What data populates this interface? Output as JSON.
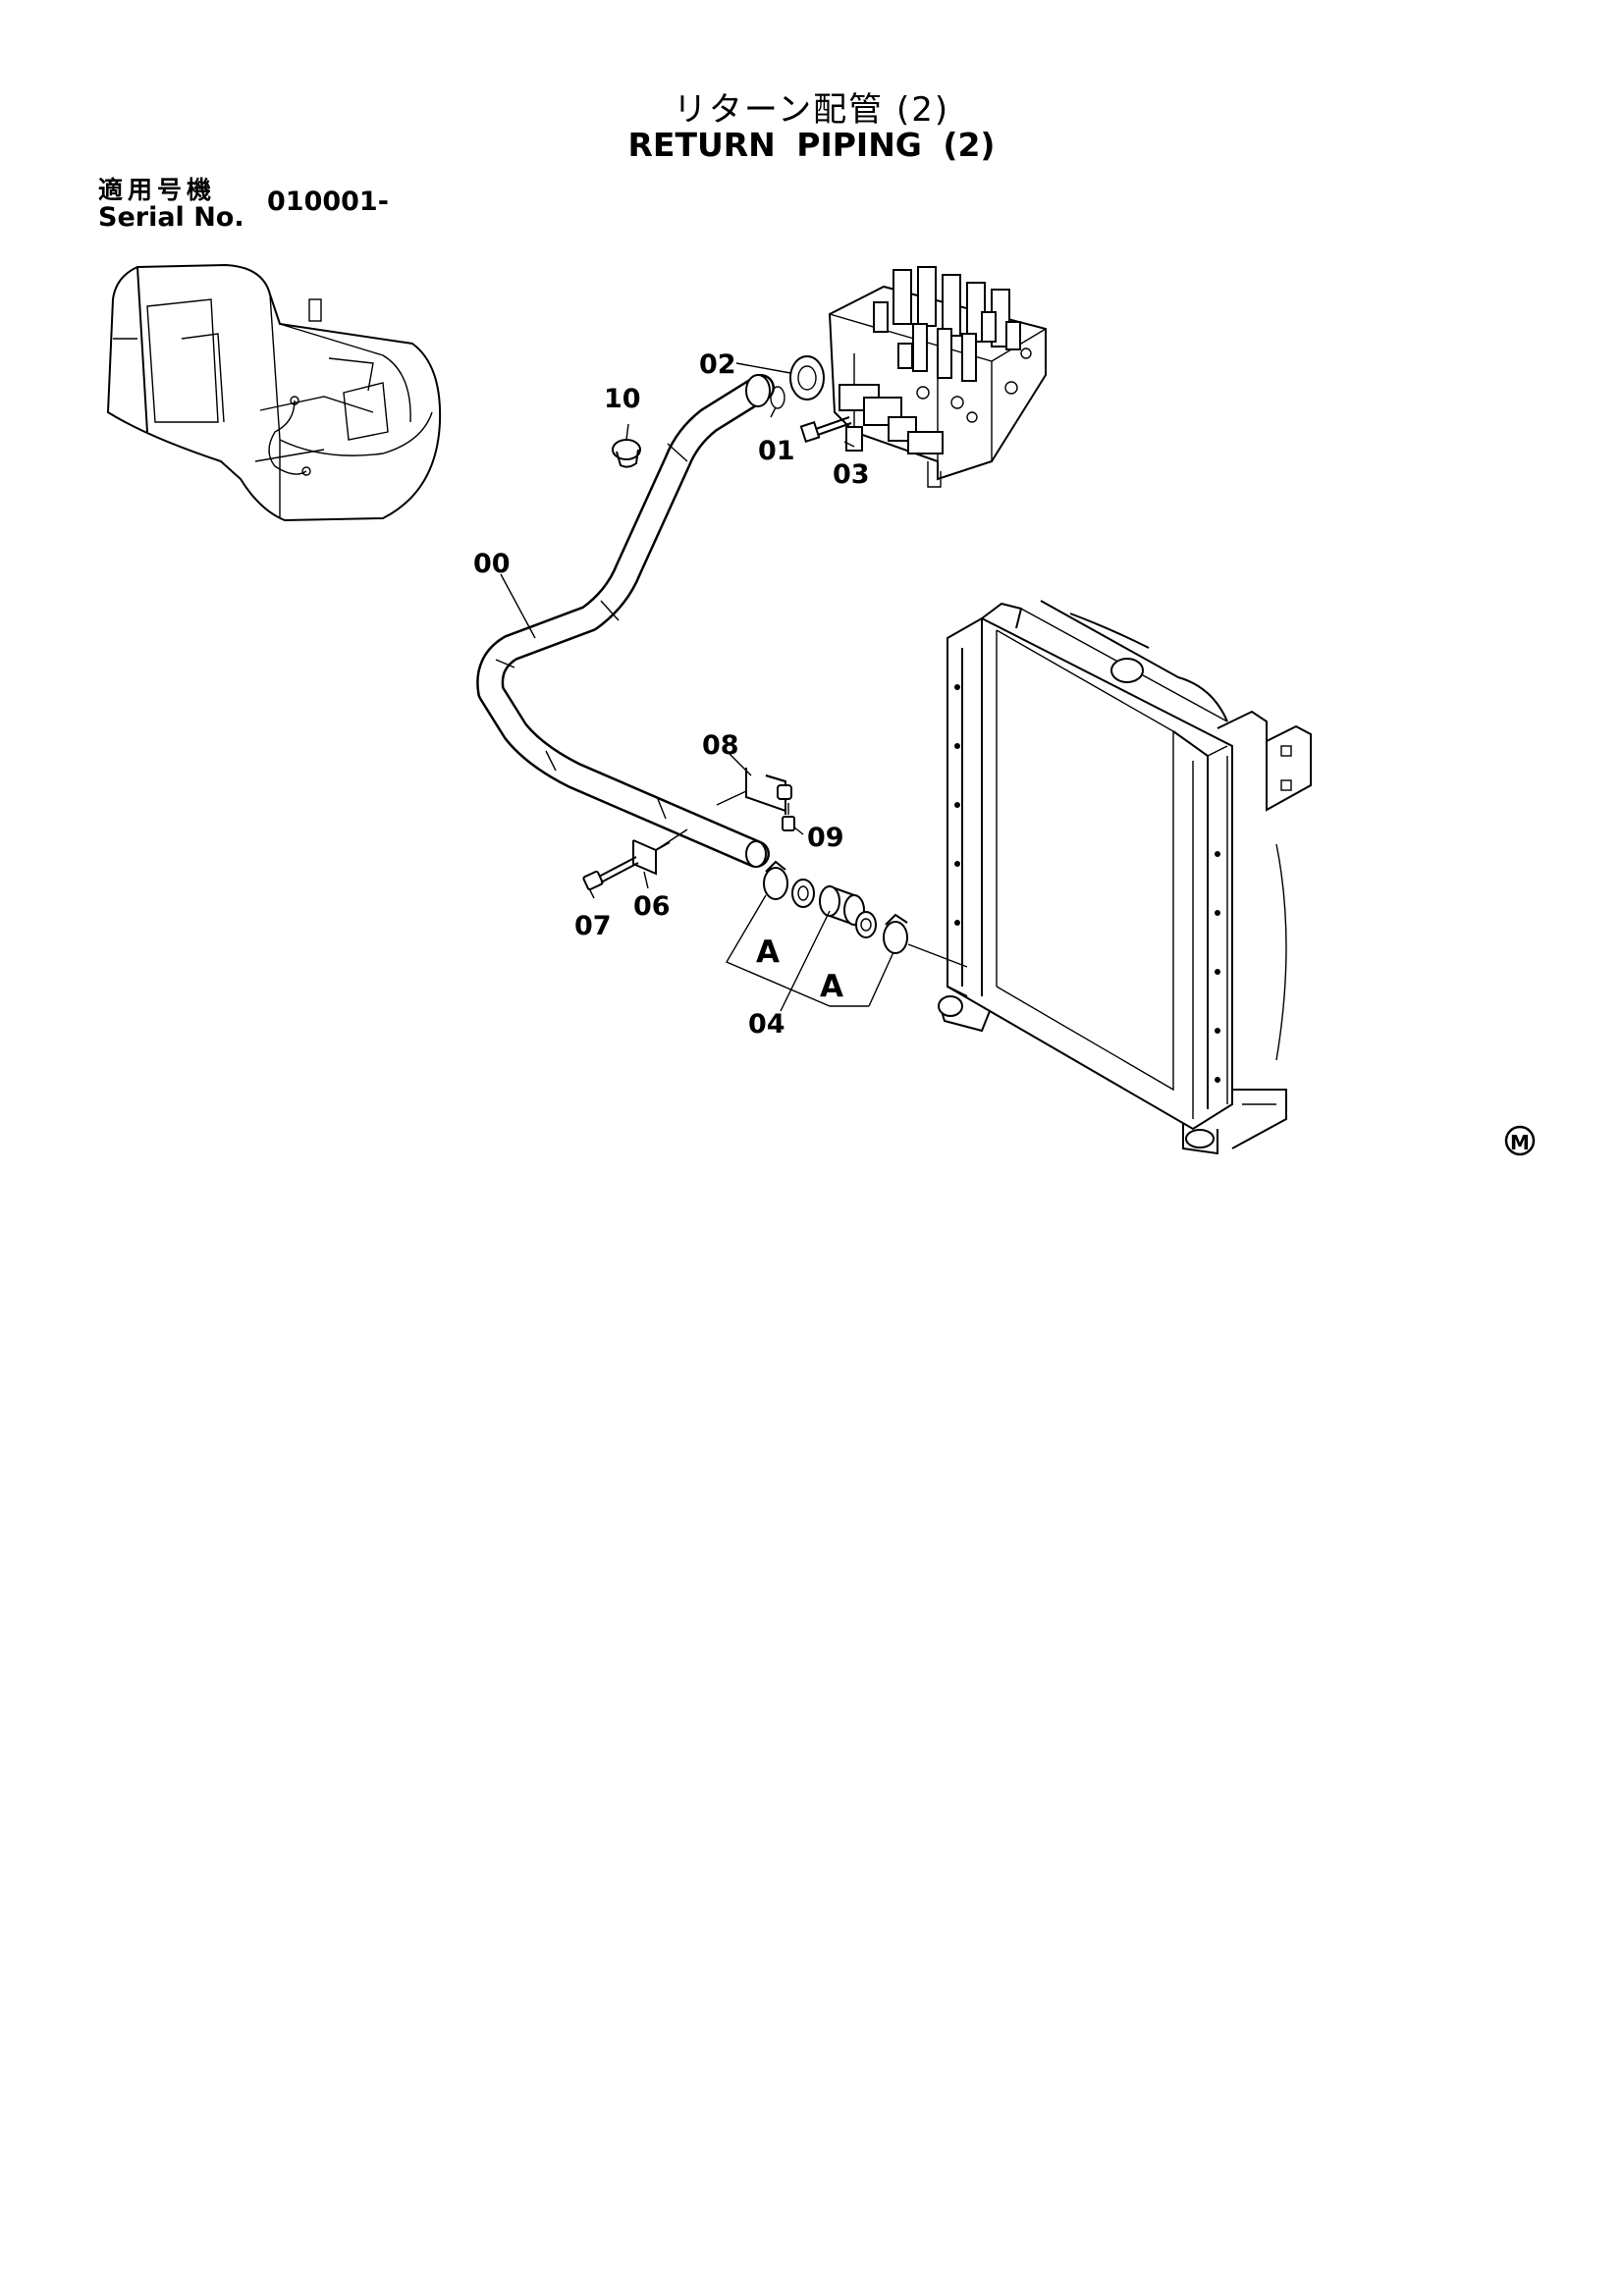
{
  "header": {
    "title_jp": "リターン配管 (2)",
    "title_en": "RETURN PIPING (2)",
    "serial_label_jp": "適用号機",
    "serial_label_en": "Serial No.",
    "serial_value": "010001-"
  },
  "callouts": {
    "p00": "00",
    "p01": "01",
    "p02": "02",
    "p03": "03",
    "p04": "04",
    "p06": "06",
    "p07": "07",
    "p08": "08",
    "p09": "09",
    "p10": "10",
    "a1": "A",
    "a2": "A"
  },
  "mark": "M"
}
